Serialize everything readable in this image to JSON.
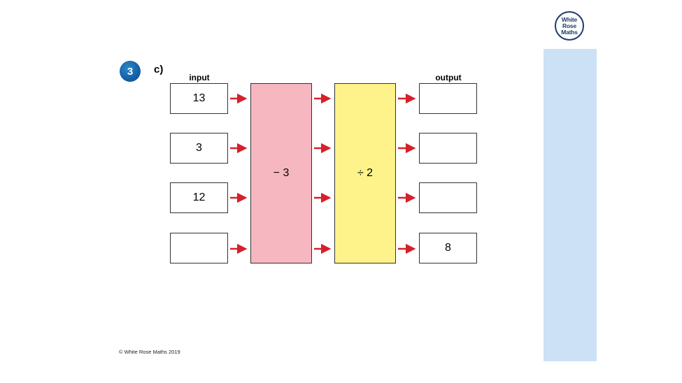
{
  "logo": {
    "lines": [
      "White",
      "Rose",
      "Maths"
    ]
  },
  "question": {
    "number": "3",
    "part": "c)"
  },
  "headers": {
    "input": "input",
    "output": "output"
  },
  "operations": {
    "first": "− 3",
    "second": "÷ 2"
  },
  "inputs": [
    "13",
    "3",
    "12",
    ""
  ],
  "outputs": [
    "",
    "",
    "",
    "8"
  ],
  "colors": {
    "arrow": "#d6202b",
    "subtract_box": "#f7b7c0",
    "divide_box": "#fdf38a",
    "sidebar": "#cce1f5",
    "badge": "#1460a8"
  },
  "footer": "© White Rose Maths 2019"
}
